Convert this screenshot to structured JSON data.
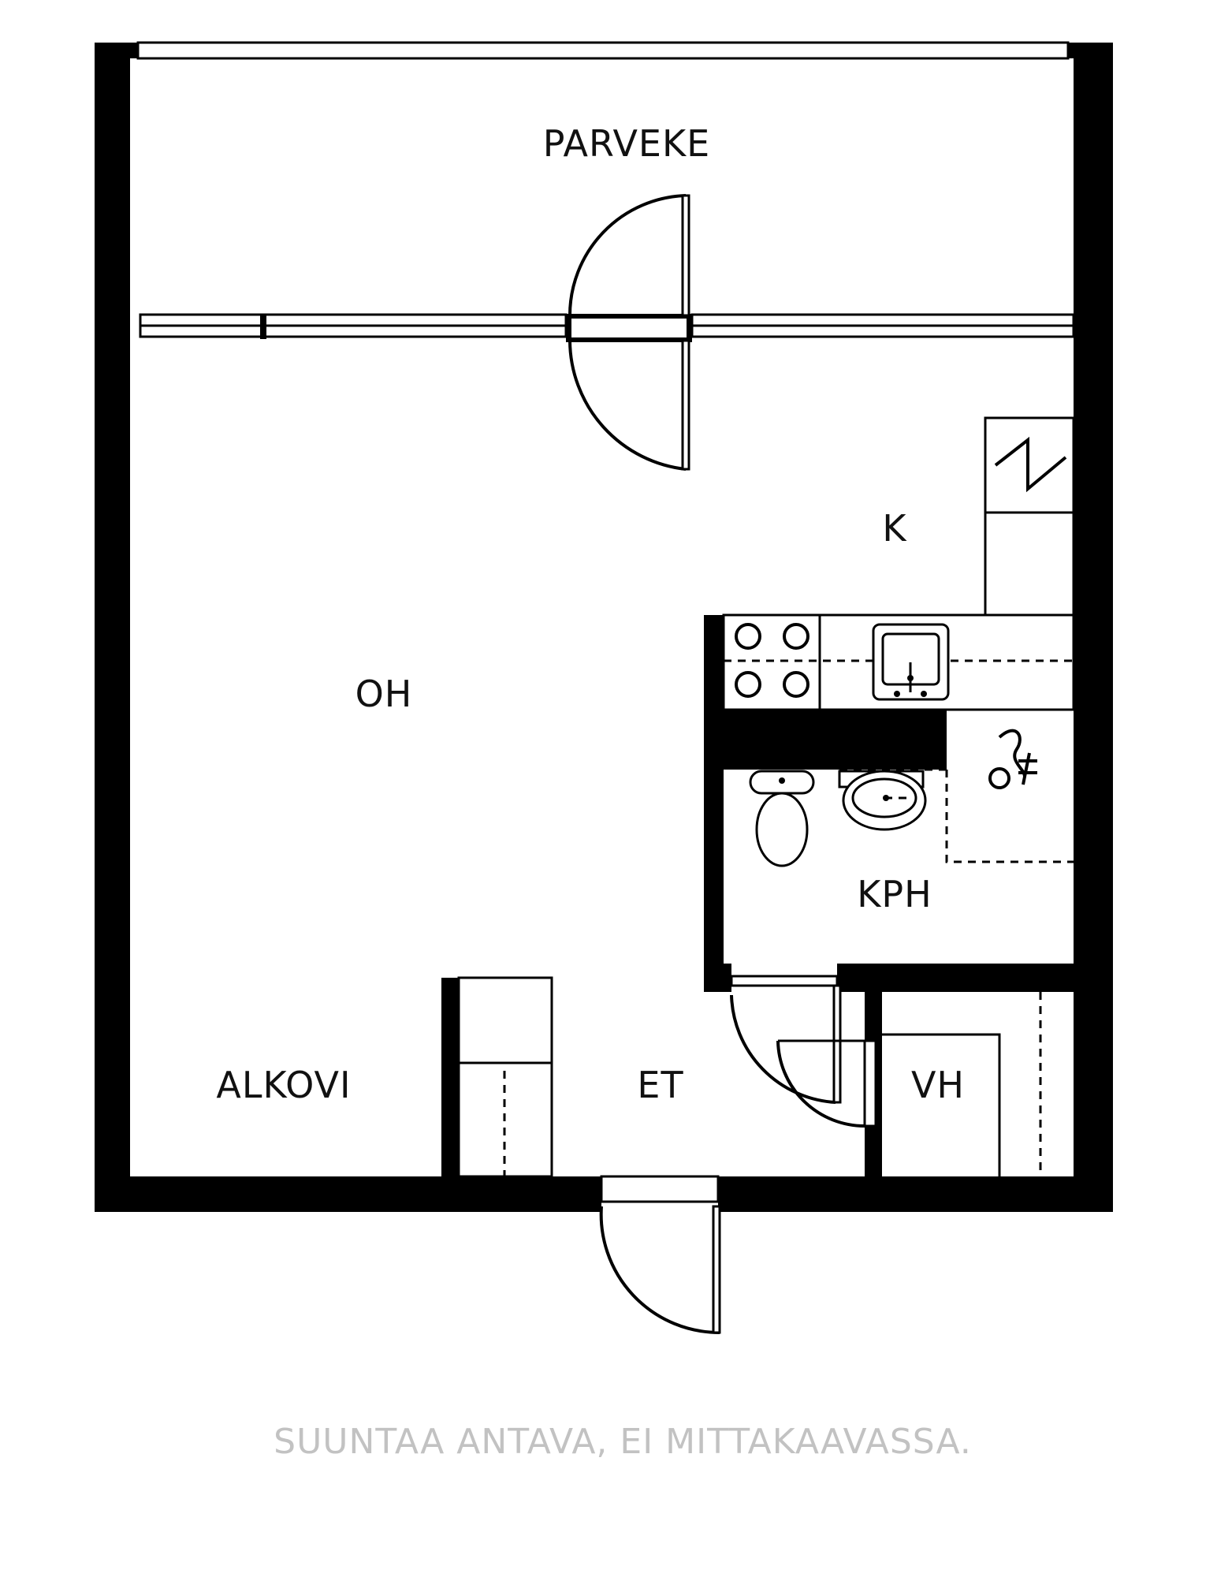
{
  "rooms": {
    "parveke": "PARVEKE",
    "k": "K",
    "oh": "OH",
    "kph": "KPH",
    "alkovi": "ALKOVI",
    "et": "ET",
    "vh": "VH"
  },
  "disclaimer": "SUUNTAA ANTAVA, EI MITTAKAAVASSA.",
  "colors": {
    "wall": "#000000",
    "background": "#ffffff",
    "disclaimer": "#c2c2c2"
  }
}
